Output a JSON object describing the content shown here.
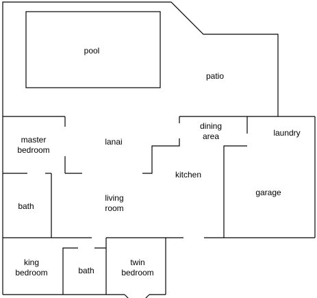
{
  "rooms": {
    "pool": "pool",
    "patio": "patio",
    "dining_line1": "dining",
    "dining_line2": "area",
    "laundry": "laundry",
    "master_line1": "master",
    "master_line2": "bedroom",
    "lanai": "lanai",
    "kitchen": "kitchen",
    "garage": "garage",
    "bath_left": "bath",
    "living_line1": "living",
    "living_line2": "room",
    "king_line1": "king",
    "king_line2": "bedroom",
    "bath_middle": "bath",
    "twin_line1": "twin",
    "twin_line2": "bedroom"
  },
  "colors": {
    "wall": "#000000",
    "background": "#ffffff"
  }
}
